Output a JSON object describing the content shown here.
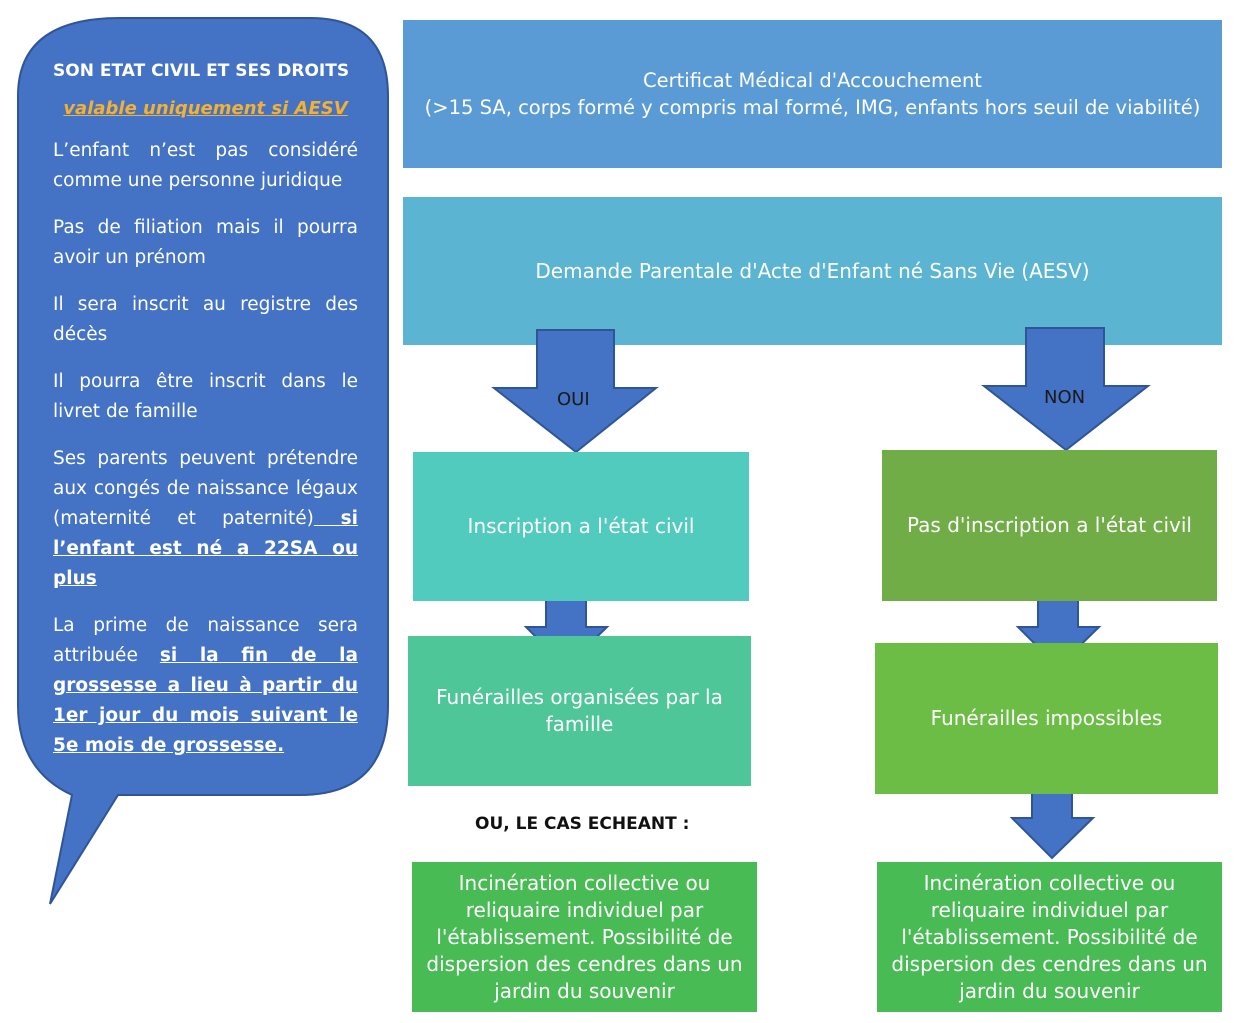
{
  "sidebar": {
    "title": "SON ETAT CIVIL ET SES DROITS",
    "subtitle": "valable uniquement si AESV",
    "p1": "L’enfant n’est pas considéré comme une personne juridique",
    "p2": "Pas de filiation mais il pourra avoir un prénom",
    "p3": "Il sera inscrit au registre des décès",
    "p4": "Il pourra être inscrit dans le livret de famille",
    "p5_plain": "Ses parents peuvent prétendre aux congés de naissance légaux (maternité et paternité)",
    "p5_underline": " si l’enfant est né a 22SA ou plus",
    "p6_plain": "La prime de naissance sera attribuée ",
    "p6_underline": "si la fin de la grossesse a lieu à partir du 1er jour du mois suivant le 5e mois de grossesse."
  },
  "flow": {
    "certificate_line1": "Certificat Médical d'Accouchement",
    "certificate_line2": "(>15 SA, corps formé y compris mal formé, IMG, enfants hors seuil de viabilité)",
    "request": "Demande Parentale d'Acte d'Enfant né Sans Vie (AESV)",
    "yes_label": "OUI",
    "no_label": "NON",
    "yes_registration": "Inscription a l'état civil",
    "no_registration": "Pas d'inscription a l'état civil",
    "yes_funeral": "Funérailles organisées par la famille",
    "no_funeral": "Funérailles impossibles",
    "alternative_label": "OU, LE CAS ECHEANT :",
    "yes_cremation": "Incinération collective ou reliquaire individuel par l'établissement. Possibilité de dispersion des cendres dans un jardin du souvenir",
    "no_cremation": "Incinération collective ou reliquaire individuel par l'établissement. Possibilité de dispersion des cendres dans un jardin du souvenir"
  },
  "colors": {
    "bubble": "#4472c4",
    "certificate": "#5b9bd5",
    "request": "#5ab4d2",
    "arrow": "#4472c4",
    "yes_registration": "#52cbbf",
    "no_registration": "#70ad47",
    "yes_funeral": "#4fc698",
    "no_funeral": "#6cbd45",
    "cremation": "#49bb55"
  }
}
